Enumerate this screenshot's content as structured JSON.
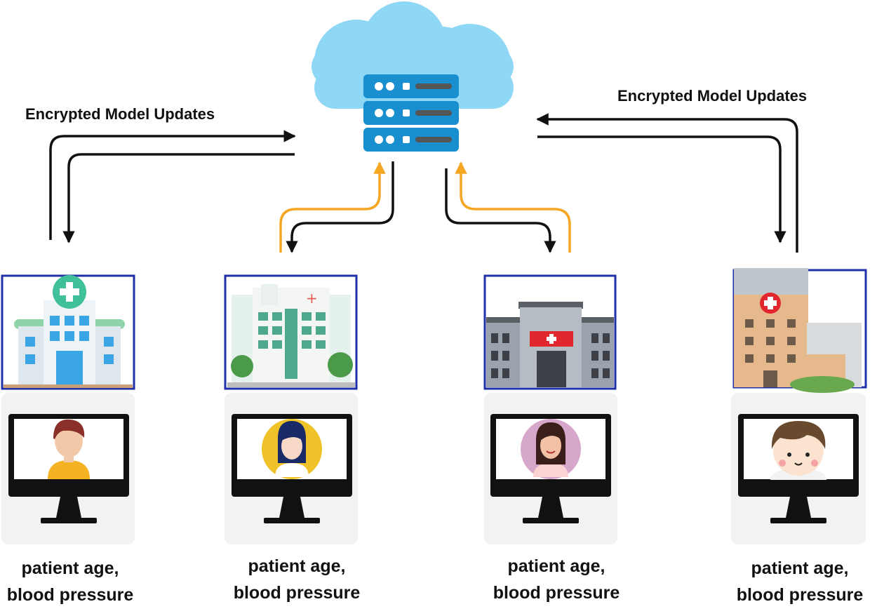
{
  "labels": {
    "left_updates": "Encrypted Model Updates",
    "right_updates": "Encrypted Model Updates"
  },
  "clients": [
    {
      "line1": "patient age,",
      "line2": "blood pressure"
    },
    {
      "line1": "patient age,",
      "line2": "blood pressure"
    },
    {
      "line1": "patient age,",
      "line2": "blood pressure"
    },
    {
      "line1": "patient age,",
      "line2": "blood pressure"
    }
  ],
  "colors": {
    "cloud": "#8fd8f5",
    "server": "#1a8fd0",
    "arrow_dark": "#111111",
    "arrow_orange": "#f5a623",
    "frame": "#1f2fa8",
    "panel": "#f2f2f2"
  },
  "icons": [
    "cloud-icon",
    "server-icon",
    "hospital-icon",
    "monitor-icon",
    "patient-avatar-icon"
  ]
}
